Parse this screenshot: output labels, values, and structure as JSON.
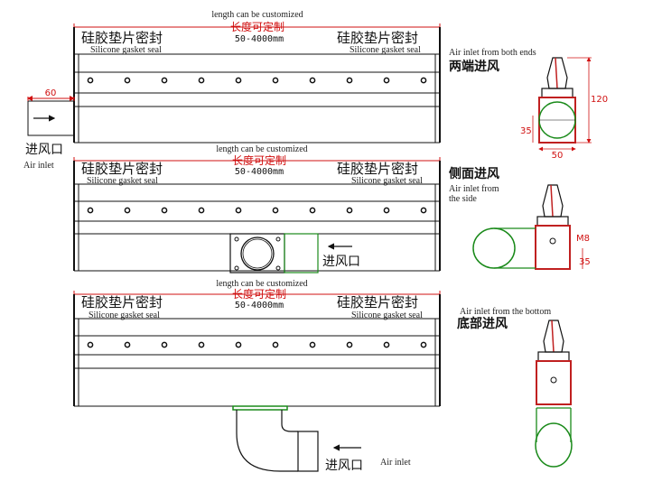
{
  "common": {
    "length_en": "length can be customized",
    "length_cn": "长度可定制",
    "length_range": "50-4000mm",
    "gasket_cn": "硅胶垫片密封",
    "gasket_en": "Silicone gasket seal",
    "inlet_cn": "进风口",
    "inlet_en": "Air inlet"
  },
  "section1": {
    "title_cn": "两端进风",
    "title_en": "Air inlet from both ends",
    "dim_inlet": "60",
    "dim_height": "120",
    "dim_left": "35",
    "dim_bottom": "50"
  },
  "section2": {
    "title_cn": "侧面进风",
    "title_en_line1": "Air inlet from",
    "title_en_line2": "the side",
    "dim_thread": "M8",
    "dim_side": "35"
  },
  "section3": {
    "title_cn": "底部进风",
    "title_en": "Air inlet from the bottom"
  },
  "colors": {
    "line": "#111111",
    "dimension_red": "#d01010",
    "inlet_green": "#1a8a1a",
    "bracket_red": "#c02020"
  }
}
